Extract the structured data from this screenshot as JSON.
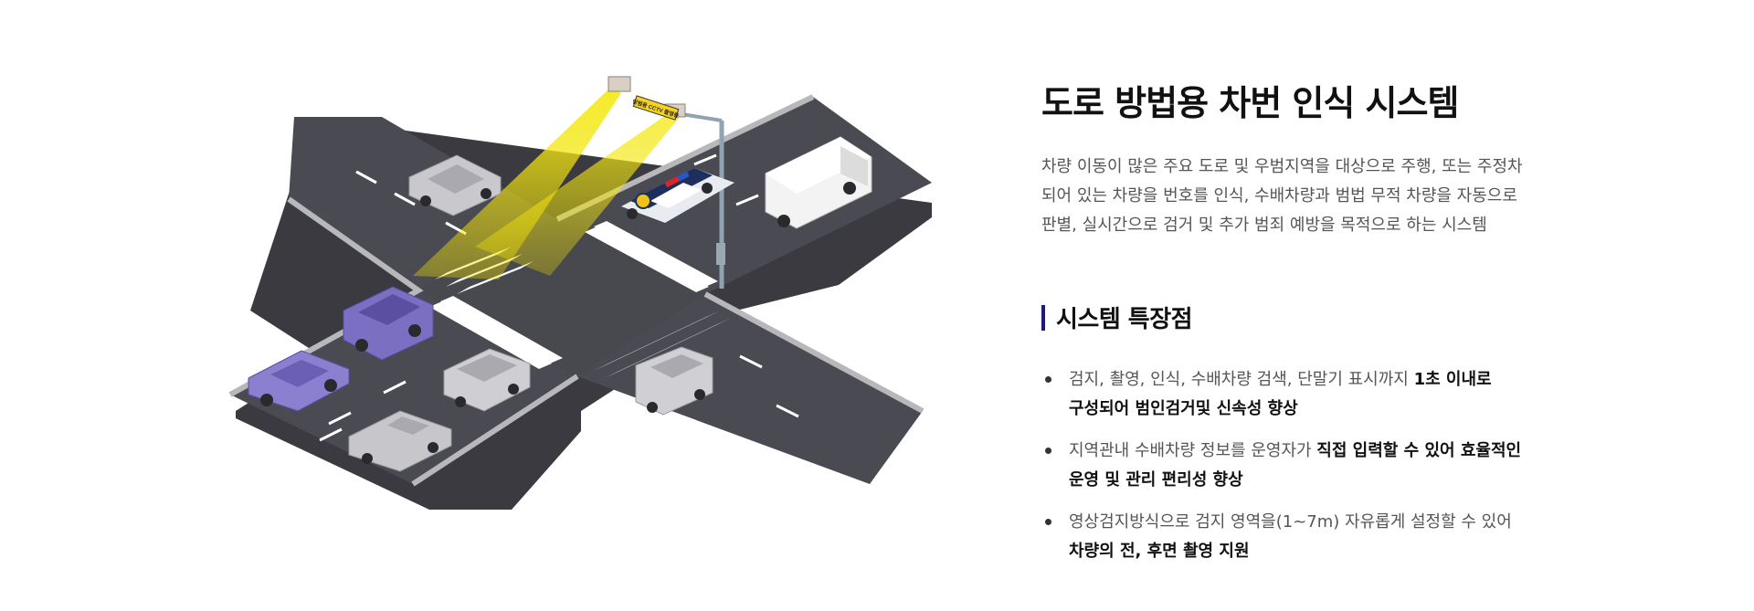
{
  "title": "도로 방법용 차번 인식 시스템",
  "intro_lines": [
    "차량 이동이 많은 주요 도로 및 우범지역을 대상으로 주행, 또는 주정차",
    "되어 있는 차량을 번호를 인식, 수배차량과 범법 무적 차량을 자동으로",
    "판별, 실시간으로 검거 및 추가 범죄 예방을 목적으로 하는 시스템"
  ],
  "features_title": "시스템 특장점",
  "features": [
    {
      "line1_normal": "검지, 촬영, 인식, 수배차량 검색, 단말기 표시까지 ",
      "line1_bold": "1초 이내로",
      "line2_normal": "",
      "line2_bold": "구성되어 범인검거및 신속성 향상"
    },
    {
      "line1_normal": "지역관내 수배차량 정보를 운영자가 ",
      "line1_bold": "직접 입력할 수 있어 효율적인",
      "line2_normal": "",
      "line2_bold": "운영 및 관리 편리성 향상"
    },
    {
      "line1_normal": "영상검지방식으로 검지 영역을(1~7m) 자유롭게 설정할 수 있어",
      "line1_bold": "",
      "line2_normal": "",
      "line2_bold": "차량의 전, 후면 촬영 지원"
    }
  ],
  "colors": {
    "road": "#4a4a52",
    "road_edge": "#8a8a8e",
    "sidewalk": "#b8b8bc",
    "camera_beam": "#f2e600",
    "highlight_car": "#7b6fc4",
    "accent_bar": "#1f1a7a"
  },
  "sign_text": "방범용 CCTV 촬영중"
}
